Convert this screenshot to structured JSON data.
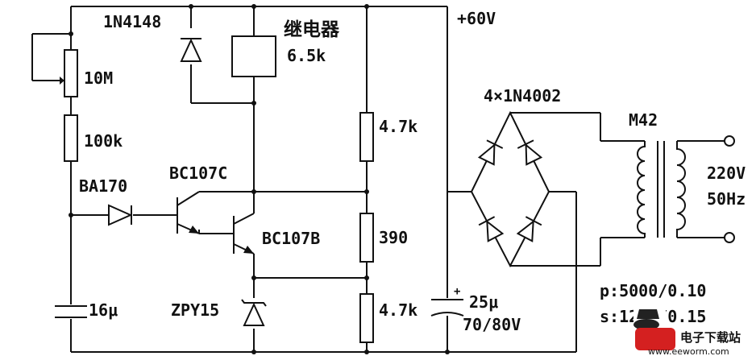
{
  "components": {
    "supply": "+60V",
    "diode_top": "1N4148",
    "relay_name": "继电器",
    "relay_value": "6.5k",
    "pot": "10M",
    "r_100k": "100k",
    "diode_ba": "BA170",
    "t1": "BC107C",
    "t2": "BC107B",
    "zener": "ZPY15",
    "cap_16": "16μ",
    "r_47a": "4.7k",
    "r_390": "390",
    "r_47b": "4.7k",
    "cap_25": "25μ",
    "cap_25_rating": "70/80V",
    "bridge": "4×1N4002",
    "transformer": "M42",
    "mains_v": "220V",
    "mains_f": "50Hz",
    "p_spec": "p:5000/0.10",
    "s_spec": "s:1250/0.15"
  },
  "watermark": {
    "logo_text": "电子下载站",
    "url": "www.eeworm.com",
    "logo_color": "#d42020"
  }
}
